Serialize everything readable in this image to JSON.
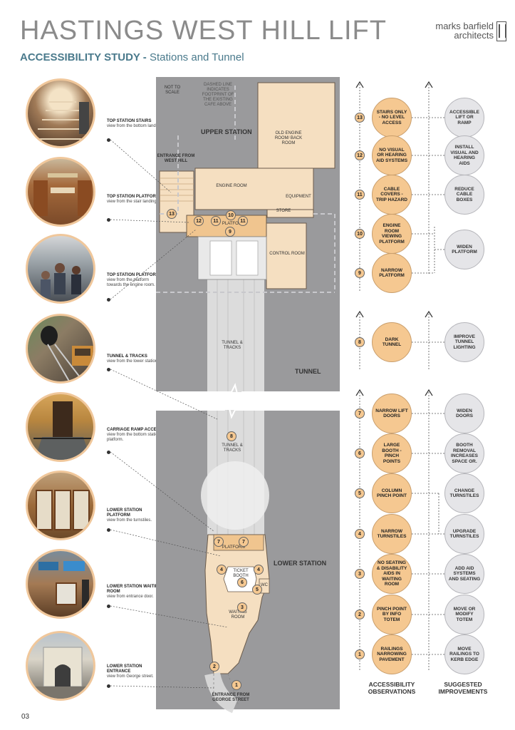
{
  "header": {
    "title": "HASTINGS WEST HILL LIFT",
    "subtitle_bold": "ACCESSIBILITY STUDY -",
    "subtitle_rest": " Stations and Tunnel",
    "brand_line1": "marks barfield",
    "brand_line2": "architects"
  },
  "page_number": "03",
  "photos": [
    {
      "title": "TOP STATION STAIRS",
      "desc": "view from the bottom landing."
    },
    {
      "title": "TOP STATION PLATFORM",
      "desc": "view from the stair landing."
    },
    {
      "title": "TOP STATION PLATFORM",
      "desc": "view from the platform towards the engine room."
    },
    {
      "title": "TUNNEL & TRACKS",
      "desc": "view from the lower station."
    },
    {
      "title": "CARRIAGE RAMP ACCESS",
      "desc": "view from the bottom station platform."
    },
    {
      "title": "LOWER STATION PLATFORM",
      "desc": "view from the turnstiles."
    },
    {
      "title": "LOWER STATION WAITING ROOM",
      "desc": "view from entrance door."
    },
    {
      "title": "LOWER STATION ENTRANCE",
      "desc": "view from George street."
    }
  ],
  "plan": {
    "not_to_scale": "NOT TO SCALE",
    "dashed_note": "DASHED LINE INDICATES FOOTPRINT OF THE EXISTING CAFE ABOVE",
    "upper_station": "UPPER STATION",
    "old_engine": "OLD ENGINE ROOM/ BACK ROOM",
    "entrance_west_hill": "ENTRANCE FROM WEST HILL",
    "engine_room": "ENGINE ROOM",
    "equipment": "EQUIPMENT",
    "store": "STORE",
    "control_room": "CONTROL ROOM",
    "platform_upper": "PLATFORM",
    "tunnel_tracks_upper": "TUNNEL & TRACKS",
    "tunnel": "TUNNEL",
    "tunnel_tracks_lower": "TUNNEL & TRACKS",
    "platform_lower": "PLATFORM",
    "lower_station": "LOWER STATION",
    "ticket_booth": "TICKET BOOTH",
    "wc": "WC",
    "waiting_room": "WAITING ROOM",
    "entrance_george": "ENTRANCE FROM GEORGE STREET",
    "badges": {
      "b13": "13",
      "b12": "12",
      "b11a": "11",
      "b10": "10",
      "b11b": "11",
      "b9": "9",
      "b8": "8",
      "b7a": "7",
      "b7b": "7",
      "b4a": "4",
      "b4b": "4",
      "b6": "6",
      "b5": "5",
      "b3": "3",
      "b2": "2",
      "b1": "1"
    }
  },
  "observations": [
    {
      "num": "13",
      "label": "STAIRS ONLY - NO LEVEL ACCESS"
    },
    {
      "num": "12",
      "label": "NO VISUAL OR HEARING AID SYSTEMS"
    },
    {
      "num": "11",
      "label": "CABLE COVERS - TRIP HAZARD"
    },
    {
      "num": "10",
      "label": "ENGINE ROOM VIEWING PLATFORM"
    },
    {
      "num": "9",
      "label": "NARROW PLATFORM"
    },
    {
      "num": "8",
      "label": "DARK TUNNEL"
    },
    {
      "num": "7",
      "label": "NARROW LIFT DOORS"
    },
    {
      "num": "6",
      "label": "LARGE BOOTH - PINCH POINTS"
    },
    {
      "num": "5",
      "label": "COLUMN PINCH POINT"
    },
    {
      "num": "4",
      "label": "NARROW TURNSTILES"
    },
    {
      "num": "3",
      "label": "NO SEATING & DISABILITY AIDS IN WAITING ROOM"
    },
    {
      "num": "2",
      "label": "PINCH POINT BY INFO TOTEM"
    },
    {
      "num": "1",
      "label": "RAILINGS NARROWING PAVEMENT"
    }
  ],
  "improvements": [
    {
      "label": "ACCESSIBLE LIFT OR RAMP"
    },
    {
      "label": "INSTALL VISUAL AND HEARING AIDS"
    },
    {
      "label": "REDUCE CABLE BOXES"
    },
    {
      "label": "WIDEN PLATFORM"
    },
    {
      "label": "IMPROVE TUNNEL LIGHTING"
    },
    {
      "label": "WIDEN DOORS"
    },
    {
      "label": "BOOTH REMOVAL INCREASES SPACE OR."
    },
    {
      "label": "CHANGE TURNSTILES"
    },
    {
      "label": "UPGRADE TURNSTILES"
    },
    {
      "label": "ADD AID SYSTEMS AND SEATING"
    },
    {
      "label": "MOVE OR MODIFY TOTEM"
    },
    {
      "label": "MOVE RAILINGS TO KERB EDGE"
    }
  ],
  "columns": {
    "observations": "ACCESSIBILITY OBSERVATIONS",
    "improvements": "SUGGESTED IMPROVEMENTS"
  },
  "colors": {
    "accent_orange": "#f5c891",
    "title_grey": "#8b8b8b",
    "subtitle_teal": "#4a7a8c",
    "plan_dark": "#9a9a9c",
    "improvement_grey": "#e5e5e8"
  }
}
